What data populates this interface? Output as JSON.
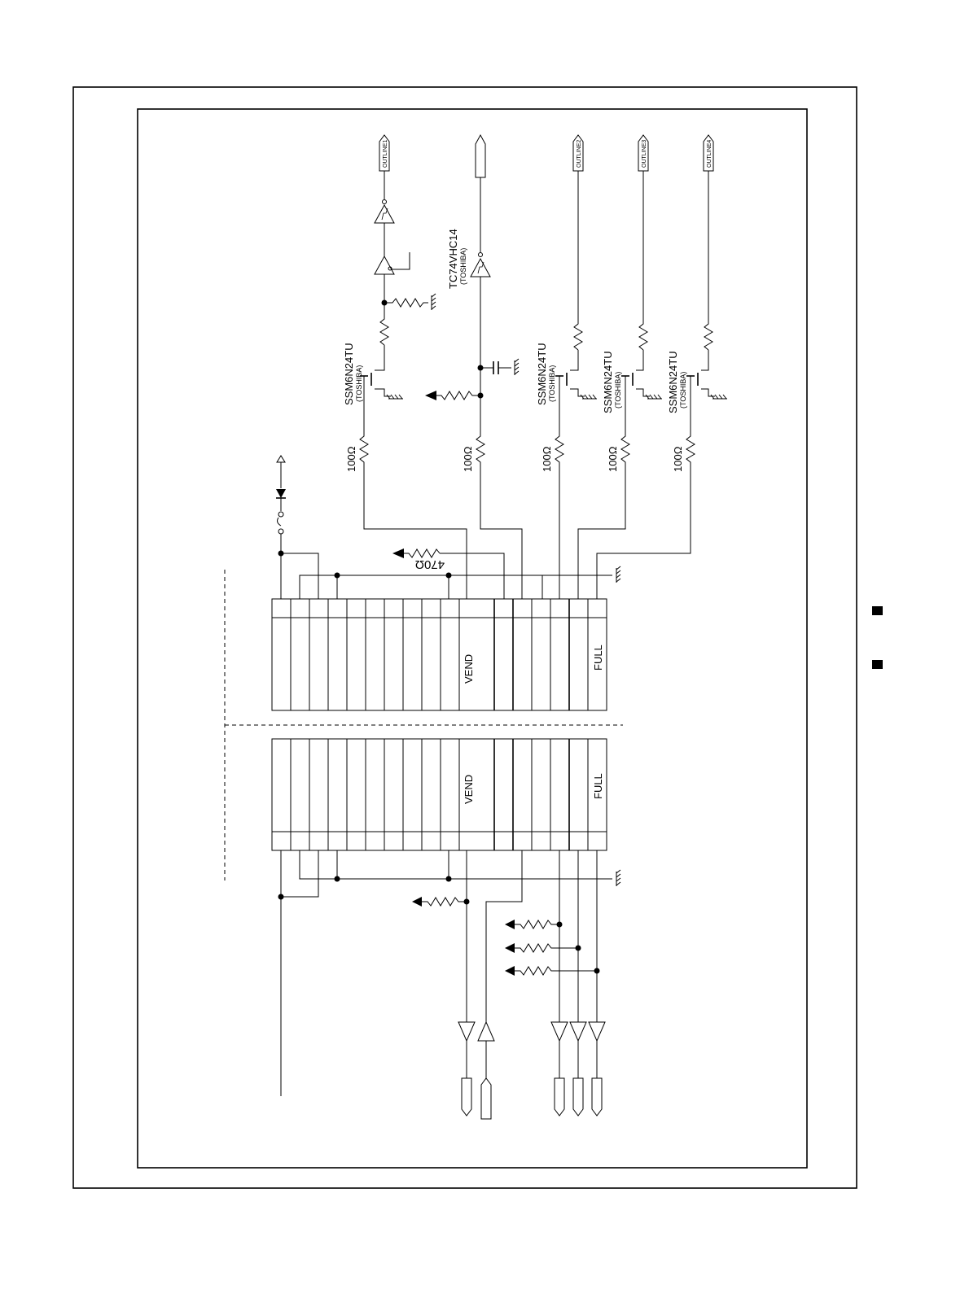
{
  "labels": {
    "outline1": "OUTLINE1",
    "outline2": "OUTLINE2",
    "outline3": "OUTLINE3",
    "outline4": "OUTLINE4",
    "fet_part": "SSM6N24TU",
    "fet_maker": "(TOSHIBA)",
    "ic_part": "TC74VHC14",
    "ic_maker": "(TOSHIBA)",
    "r100": "100Ω",
    "r470": "470Ω",
    "vend": "VEND",
    "full": "FULL"
  },
  "colors": {
    "ink": "#000000",
    "paper": "#ffffff"
  },
  "icons": [
    "ground-symbol",
    "arrow-terminal",
    "schmitt-inverter",
    "buffer",
    "diode",
    "resistor",
    "capacitor",
    "mosfet"
  ]
}
